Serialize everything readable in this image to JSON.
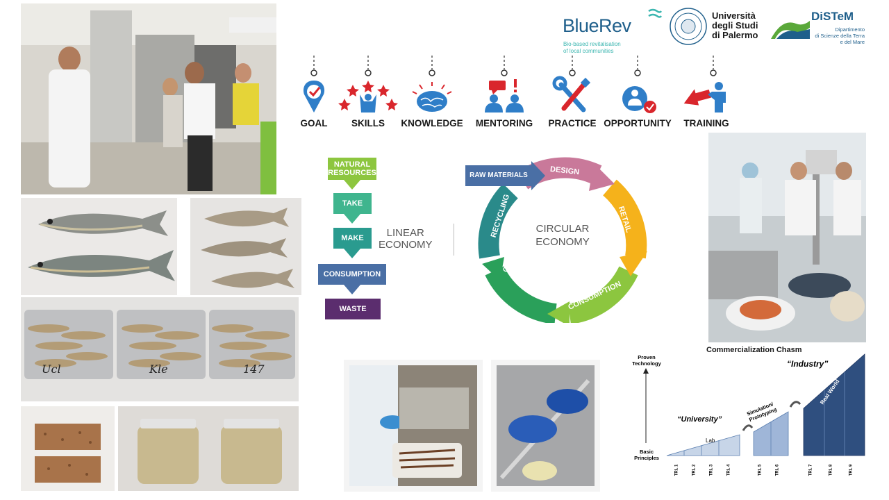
{
  "logos": {
    "bluerev": {
      "name": "BlueRev",
      "tagline_1": "Bio-based revitalisation",
      "tagline_2": "of local communities"
    },
    "unipa": {
      "line1": "Università",
      "line2": "degli Studi",
      "line3": "di Palermo"
    },
    "distem": {
      "name": "DiSTeM",
      "sub1": "Dipartimento",
      "sub2": "di Scienze della Terra",
      "sub3": "e del Mare"
    }
  },
  "skills": [
    {
      "label": "GOAL",
      "icon": "location-pin-check-icon"
    },
    {
      "label": "SKILLS",
      "icon": "person-stars-icon"
    },
    {
      "label": "KNOWLEDGE",
      "icon": "brain-icon"
    },
    {
      "label": "MENTORING",
      "icon": "people-speech-icon"
    },
    {
      "label": "PRACTICE",
      "icon": "wrench-screwdriver-icon"
    },
    {
      "label": "OPPORTUNITY",
      "icon": "person-check-icon"
    },
    {
      "label": "TRAINING",
      "icon": "teacher-arrow-icon"
    }
  ],
  "linear_economy": {
    "title_1": "LINEAR",
    "title_2": "ECONOMY",
    "steps": [
      {
        "label": "NATURAL RESOURCES",
        "color": "#8dc63f"
      },
      {
        "label": "TAKE",
        "color": "#3fb58e"
      },
      {
        "label": "MAKE",
        "color": "#2a9b8f"
      },
      {
        "label": "CONSUMPTION",
        "color": "#4a6fa5"
      },
      {
        "label": "WASTE",
        "color": "#5b2d6e"
      }
    ]
  },
  "circular_economy": {
    "title_1": "CIRCULAR",
    "title_2": "ECONOMY",
    "start": "RAW MATERIALS",
    "stages": [
      {
        "label": "DESIGN",
        "color": "#c9799a"
      },
      {
        "label": "RETAIL",
        "color": "#f5b21b"
      },
      {
        "label": "CONSUMPTION",
        "color": "#8cc63f"
      },
      {
        "label": "COLLECTION",
        "color": "#2aa05a"
      },
      {
        "label": "RECYCLING",
        "color": "#2a8a8a"
      }
    ]
  },
  "trl_chart": {
    "title": "Commercialization Chasm",
    "y_top": "Proven Technology",
    "y_bottom": "Basic Principles",
    "zone_university": "“University”",
    "zone_lab": "Lab",
    "zone_sim": "Simulation/ Prototyping",
    "zone_industry": "“Industry”",
    "zone_real": "Real World",
    "trls": [
      "TRL 1",
      "TRL 2",
      "TRL 3",
      "TRL 4",
      "TRL 5",
      "TRL 6",
      "TRL 7",
      "TRL 8",
      "TRL 9"
    ]
  },
  "photos": {
    "lab_group": "lab-visit-photo",
    "fresh_fish": "fresh-fish-photo",
    "dried_fish": "dried-fish-photo",
    "fish_trays": "fish-trays-photo",
    "fish_packets": "fish-packets-photo",
    "fish_jars": "fish-jars-photo",
    "hands_processing": "fish-processing-photo",
    "cans_machine": "canning-machine-photo",
    "seafood_lab": "seafood-lab-photo"
  },
  "tray_labels": [
    "Ucl",
    "Kle",
    "147"
  ]
}
